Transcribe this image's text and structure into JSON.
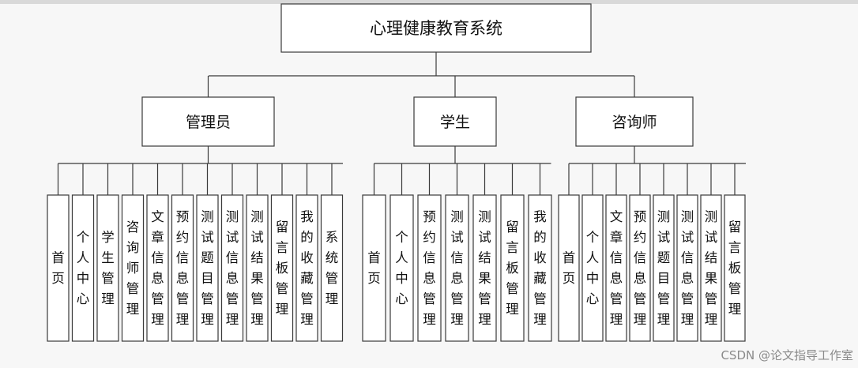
{
  "root": "心理健康教育系统",
  "roles": [
    {
      "name": "管理员",
      "modules": [
        "首页",
        "个人中心",
        "学生管理",
        "咨询师管理",
        "文章信息管理",
        "预约信息管理",
        "测试题目管理",
        "测试信息管理",
        "测试结果管理",
        "留言板管理",
        "我的收藏管理",
        "系统管理"
      ]
    },
    {
      "name": "学生",
      "modules": [
        "首页",
        "个人中心",
        "预约信息管理",
        "测试信息管理",
        "测试结果管理",
        "留言板管理",
        "我的收藏管理"
      ]
    },
    {
      "name": "咨询师",
      "modules": [
        "首页",
        "个人中心",
        "文章信息管理",
        "预约信息管理",
        "测试题目管理",
        "测试信息管理",
        "测试结果管理",
        "留言板管理"
      ]
    }
  ],
  "watermark": "CSDN @论文指导工作室"
}
